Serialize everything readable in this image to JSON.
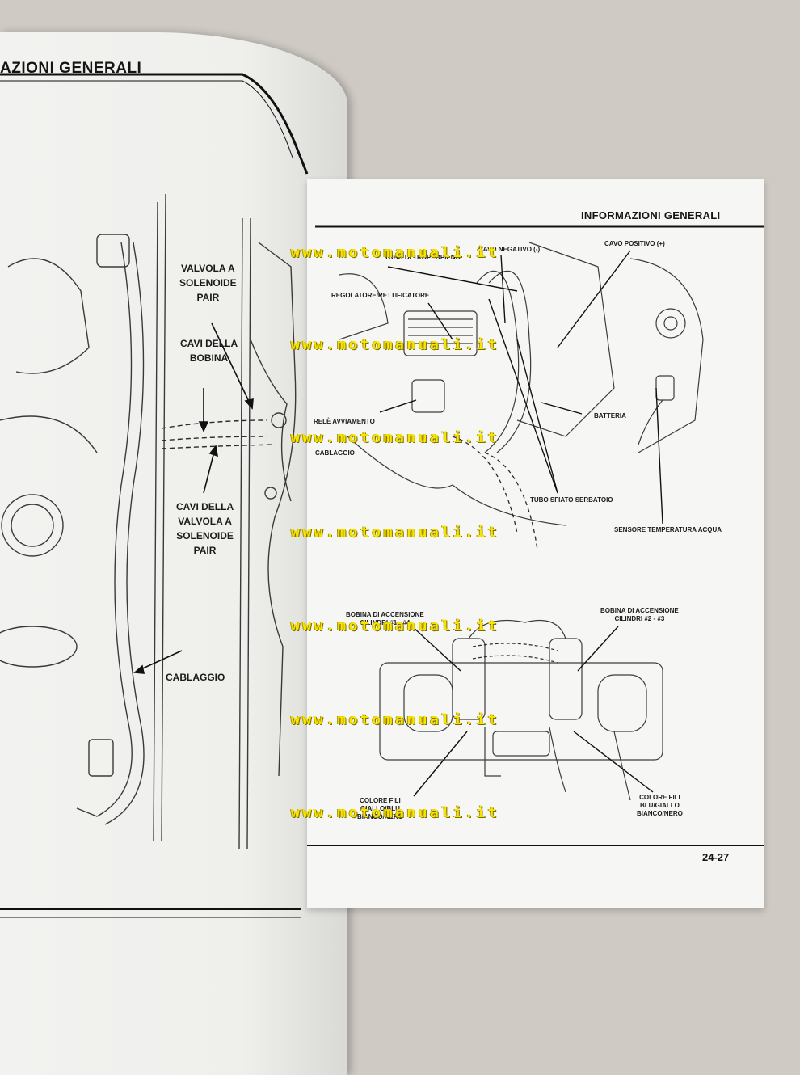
{
  "left_page": {
    "header": "AZIONI GENERALI",
    "labels": {
      "valvola": "VALVOLA A\nSOLENOIDE\nPAIR",
      "cavi_bobina": "CAVI DELLA\nBOBINA",
      "cavi_valvola": "CAVI DELLA\nVALVOLA A\nSOLENOIDE\nPAIR",
      "cablaggio": "CABLAGGIO"
    }
  },
  "right_page": {
    "header": "INFORMAZIONI GENERALI",
    "page_number": "24-27",
    "labels": {
      "tubo_troppopieno": "TUBO DI TROPPOPIENO",
      "cavo_negativo": "CAVO NEGATIVO (-)",
      "cavo_positivo": "CAVO POSITIVO (+)",
      "regolatore": "REGOLATORE/RETTIFICATORE",
      "avviamento": "RELÈ AVVIAMENTO",
      "batteria": "BATTERIA",
      "cablaggio": "CABLAGGIO",
      "tubo_sfiato": "TUBO SFIATO SERBATOIO",
      "sensore": "SENSORE TEMPERATURA ACQUA",
      "bobina_1_4": "BOBINA DI ACCENSIONE\nCILINDRI #1 - #4",
      "bobina_2_3": "BOBINA DI ACCENSIONE\nCILINDRI #2 - #3",
      "colore_fili_left": "COLORE FILI\nGIALLO/BLU\nBIANCO/NERO",
      "colore_fili_right": "COLORE FILI\nBLU/GIALLO\nBIANCO/NERO"
    }
  },
  "watermark": "www.motomanuali.it",
  "colors": {
    "watermark": "#f7e200",
    "paper": "#f6f6f4",
    "ink": "#141414"
  }
}
